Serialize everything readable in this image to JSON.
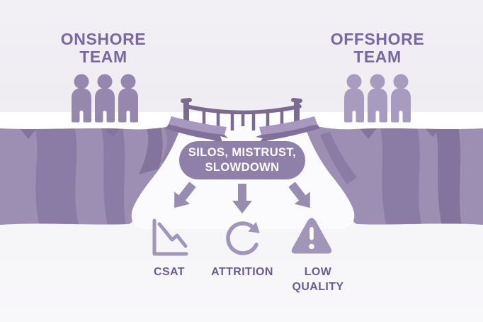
{
  "scene": {
    "teams": {
      "onshore": {
        "line1": "ONSHORE",
        "line2": "TEAM"
      },
      "offshore": {
        "line1": "OFFSHORE",
        "line2": "TEAM"
      }
    },
    "pill": {
      "line1": "SILOS, MISTRUST,",
      "line2": "SLOWDOWN"
    },
    "outcomes": [
      {
        "label": "CSAT",
        "icon": "declining-line-chart-icon"
      },
      {
        "label": "ATTRITION",
        "icon": "cycle-arrow-icon"
      },
      {
        "label": "LOW QUALITY",
        "icon": "warning-triangle-icon"
      }
    ],
    "icons": {
      "bridge": "broken-bridge-icon",
      "teams": "people-group-icon",
      "arrows": "down-arrow-icon"
    },
    "colors": {
      "background_top": "#f2f0f5",
      "background_bottom": "#f8f7fa",
      "ledge_white": "#ffffff",
      "canyon_gap_white": "#fbfafd",
      "cliff": "#9d8eb4",
      "cliff_shadow": "#8b7ca5",
      "cliff_dark": "#83739d",
      "bridge": "#7b6b91",
      "deck_light": "#a898c0",
      "deck_dark": "#80709a",
      "people_onshore": "#9687af",
      "people_offshore": "#a89bc0",
      "pill_fill": "#8e80a8",
      "pill_text": "#ffffff",
      "arrow": "#988cb0",
      "icon": "#a295ba",
      "heading_text": "#79689f",
      "label_text": "#6b5e8e"
    }
  }
}
